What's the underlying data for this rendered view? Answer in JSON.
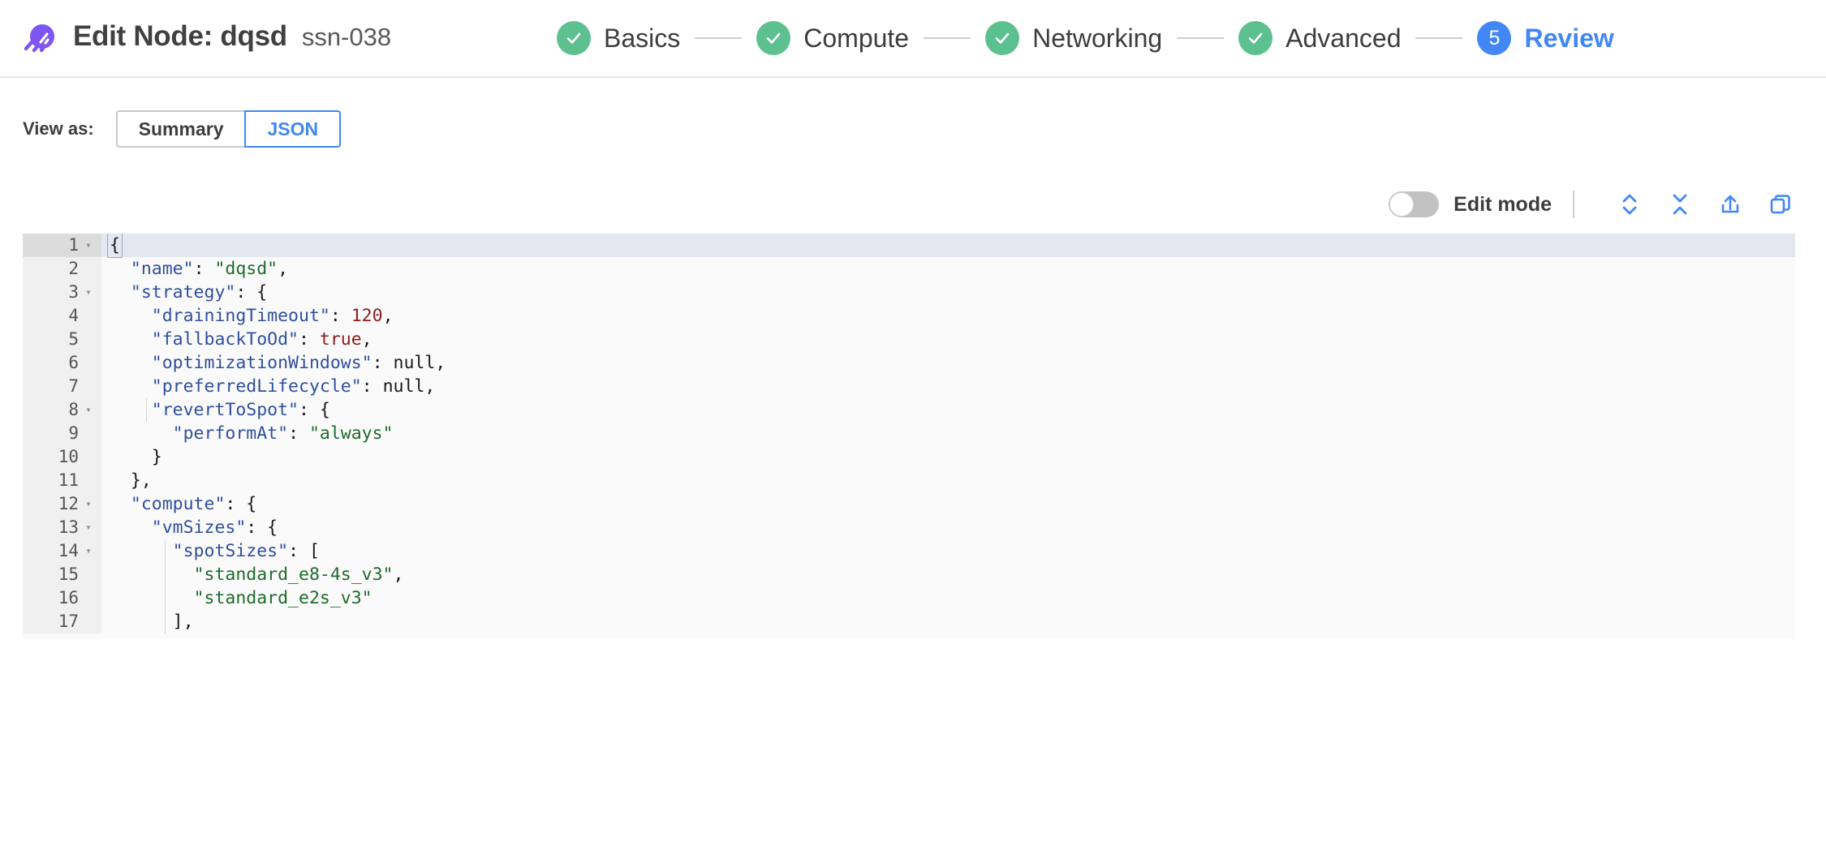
{
  "header": {
    "logo_icon": "spot-logo-icon",
    "title": "Edit Node: dqsd",
    "subtitle": "ssn-038",
    "steps": [
      {
        "label": "Basics",
        "state": "done",
        "badge": "check-icon"
      },
      {
        "label": "Compute",
        "state": "done",
        "badge": "check-icon"
      },
      {
        "label": "Networking",
        "state": "done",
        "badge": "check-icon"
      },
      {
        "label": "Advanced",
        "state": "done",
        "badge": "check-icon"
      },
      {
        "label": "Review",
        "state": "active",
        "badge": "5"
      }
    ]
  },
  "view_as": {
    "label": "View as:",
    "options": [
      {
        "label": "Summary",
        "selected": false
      },
      {
        "label": "JSON",
        "selected": true
      }
    ]
  },
  "editor_toolbar": {
    "toggle_state": "off",
    "toggle_label": "Edit mode",
    "icons": [
      {
        "name": "expand-all-icon",
        "title": "Expand all"
      },
      {
        "name": "collapse-all-icon",
        "title": "Collapse all"
      },
      {
        "name": "export-icon",
        "title": "Export"
      },
      {
        "name": "copy-icon",
        "title": "Copy"
      }
    ]
  },
  "colors": {
    "accent_blue": "#4187f5",
    "step_green": "#5cc08f",
    "logo_purple": "#7d55f3",
    "active_line": "#e3e8f0",
    "editor_bg": "#fafafa",
    "gutter_bg": "#f0f0f0"
  },
  "code": {
    "language": "json",
    "active_line": 1,
    "lines": [
      {
        "n": 1,
        "fold": true,
        "indent": 0,
        "tokens": [
          {
            "t": "punc",
            "v": "{",
            "cursor": true
          }
        ]
      },
      {
        "n": 2,
        "fold": false,
        "indent": 1,
        "tokens": [
          {
            "t": "key",
            "v": "\"name\""
          },
          {
            "t": "punc",
            "v": ": "
          },
          {
            "t": "str",
            "v": "\"dqsd\""
          },
          {
            "t": "punc",
            "v": ","
          }
        ]
      },
      {
        "n": 3,
        "fold": true,
        "indent": 1,
        "tokens": [
          {
            "t": "key",
            "v": "\"strategy\""
          },
          {
            "t": "punc",
            "v": ": {"
          }
        ]
      },
      {
        "n": 4,
        "fold": false,
        "indent": 2,
        "tokens": [
          {
            "t": "key",
            "v": "\"drainingTimeout\""
          },
          {
            "t": "punc",
            "v": ": "
          },
          {
            "t": "num",
            "v": "120"
          },
          {
            "t": "punc",
            "v": ","
          }
        ]
      },
      {
        "n": 5,
        "fold": false,
        "indent": 2,
        "tokens": [
          {
            "t": "key",
            "v": "\"fallbackToOd\""
          },
          {
            "t": "punc",
            "v": ": "
          },
          {
            "t": "bool",
            "v": "true"
          },
          {
            "t": "punc",
            "v": ","
          }
        ]
      },
      {
        "n": 6,
        "fold": false,
        "indent": 2,
        "tokens": [
          {
            "t": "key",
            "v": "\"optimizationWindows\""
          },
          {
            "t": "punc",
            "v": ": "
          },
          {
            "t": "null",
            "v": "null"
          },
          {
            "t": "punc",
            "v": ","
          }
        ]
      },
      {
        "n": 7,
        "fold": false,
        "indent": 2,
        "tokens": [
          {
            "t": "key",
            "v": "\"preferredLifecycle\""
          },
          {
            "t": "punc",
            "v": ": "
          },
          {
            "t": "null",
            "v": "null"
          },
          {
            "t": "punc",
            "v": ","
          }
        ]
      },
      {
        "n": 8,
        "fold": true,
        "indent": 2,
        "tokens": [
          {
            "t": "key",
            "v": "\"revertToSpot\""
          },
          {
            "t": "punc",
            "v": ": {"
          }
        ]
      },
      {
        "n": 9,
        "fold": false,
        "indent": 3,
        "tokens": [
          {
            "t": "key",
            "v": "\"performAt\""
          },
          {
            "t": "punc",
            "v": ": "
          },
          {
            "t": "str",
            "v": "\"always\""
          }
        ]
      },
      {
        "n": 10,
        "fold": false,
        "indent": 2,
        "tokens": [
          {
            "t": "punc",
            "v": "}"
          }
        ]
      },
      {
        "n": 11,
        "fold": false,
        "indent": 1,
        "tokens": [
          {
            "t": "punc",
            "v": "},"
          }
        ]
      },
      {
        "n": 12,
        "fold": true,
        "indent": 1,
        "tokens": [
          {
            "t": "key",
            "v": "\"compute\""
          },
          {
            "t": "punc",
            "v": ": {"
          }
        ]
      },
      {
        "n": 13,
        "fold": true,
        "indent": 2,
        "tokens": [
          {
            "t": "key",
            "v": "\"vmSizes\""
          },
          {
            "t": "punc",
            "v": ": {"
          }
        ]
      },
      {
        "n": 14,
        "fold": true,
        "indent": 3,
        "tokens": [
          {
            "t": "key",
            "v": "\"spotSizes\""
          },
          {
            "t": "punc",
            "v": ": ["
          }
        ]
      },
      {
        "n": 15,
        "fold": false,
        "indent": 4,
        "tokens": [
          {
            "t": "str",
            "v": "\"standard_e8-4s_v3\""
          },
          {
            "t": "punc",
            "v": ","
          }
        ]
      },
      {
        "n": 16,
        "fold": false,
        "indent": 4,
        "tokens": [
          {
            "t": "str",
            "v": "\"standard_e2s_v3\""
          }
        ]
      },
      {
        "n": 17,
        "fold": false,
        "indent": 3,
        "tokens": [
          {
            "t": "punc",
            "v": "],"
          }
        ]
      }
    ]
  }
}
